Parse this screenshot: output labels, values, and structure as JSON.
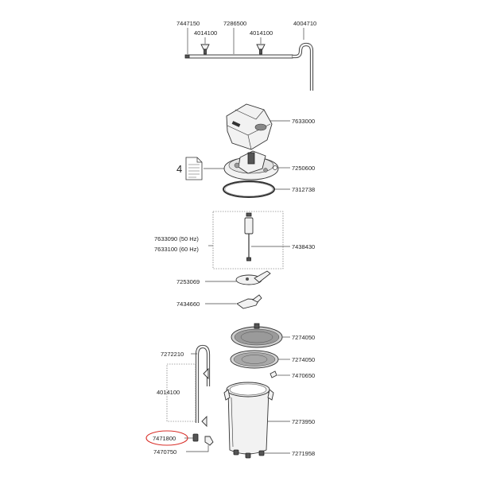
{
  "parts": {
    "p7447150": "7447150",
    "p7286500": "7286500",
    "p4004710": "4004710",
    "p4014100a": "4014100",
    "p4014100b": "4014100",
    "p7633000": "7633000",
    "p7250600": "7250600",
    "p7312738": "7312738",
    "doc_number": "4",
    "p7633090": "7633090  (50 Hz)",
    "p7633100": "7633100  (60 Hz)",
    "p7438430": "7438430",
    "p7253069": "7253069",
    "p7434660": "7434660",
    "p7274050a": "7274050",
    "p7274050b": "7274050",
    "p7470650": "7470650",
    "p7272210": "7272210",
    "p4014100c": "4014100",
    "p7273950": "7273950",
    "p7471800": "7471800",
    "p7470750": "7470750",
    "p7271958": "7271958"
  },
  "highlight": {
    "color": "#d9312b"
  }
}
